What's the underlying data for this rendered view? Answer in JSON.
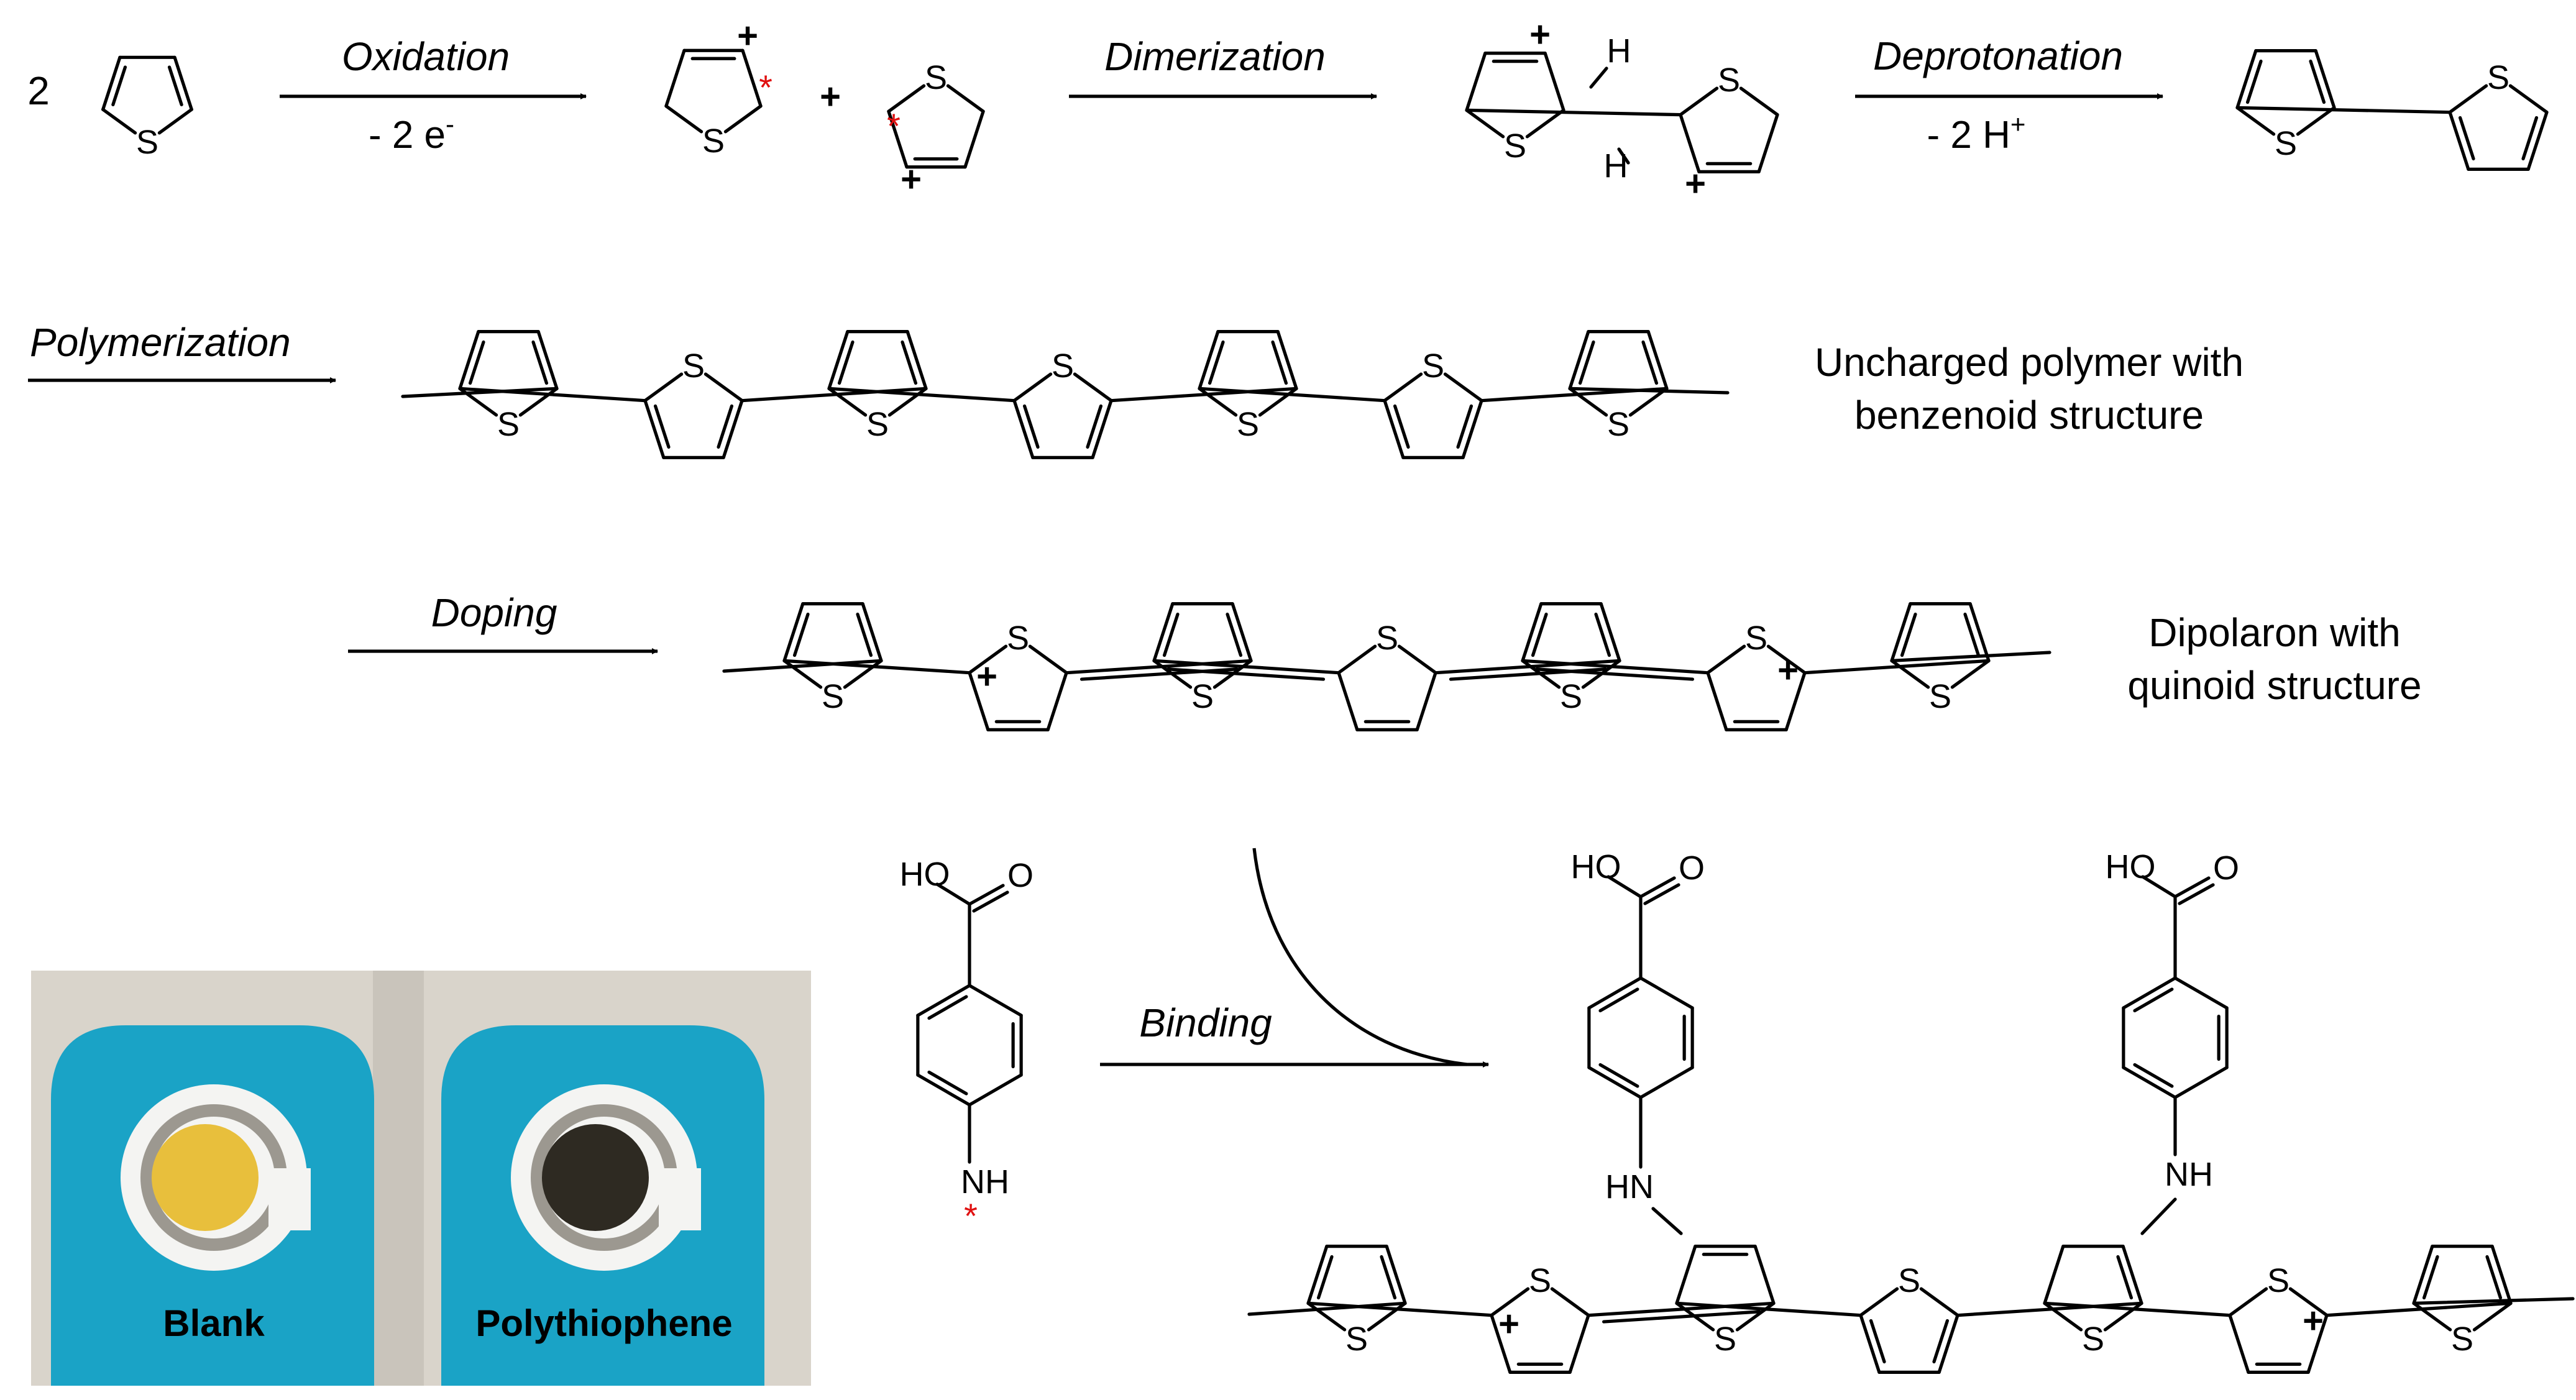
{
  "reaction": {
    "coefficient": "2",
    "steps": {
      "oxidation": {
        "label": "Oxidation",
        "sub_prefix": "- 2 e",
        "sub_sup": "-"
      },
      "dimerization": {
        "label": "Dimerization"
      },
      "deprotonation": {
        "label": "Deprotonation",
        "sub_prefix": "- 2 H",
        "sub_sup": "+"
      },
      "polymerization": {
        "label": "Polymerization"
      },
      "doping": {
        "label": "Doping"
      },
      "binding": {
        "label": "Binding"
      }
    },
    "descriptions": {
      "uncharged": [
        "Uncharged polymer with",
        "benzenoid structure"
      ],
      "dipolaron": [
        "Dipolaron with",
        "quinoid structure"
      ]
    }
  },
  "atoms": {
    "sulfur": "S",
    "hydrogen": "H",
    "plus": "+",
    "radical": "*",
    "hydroxyl": "HO",
    "carbonyl_o": "O",
    "amine_nh": "NH",
    "amine_hn": "HN"
  },
  "photo": {
    "labels": {
      "blank": "Blank",
      "polythiophene": "Polythiophene"
    },
    "colors": {
      "background": "#d9d4cb",
      "strip": "#1aa3c6",
      "blank_spot": "#e8bf3c",
      "polymer_spot": "#2e2a22",
      "ring": "#f4f4f2"
    }
  }
}
